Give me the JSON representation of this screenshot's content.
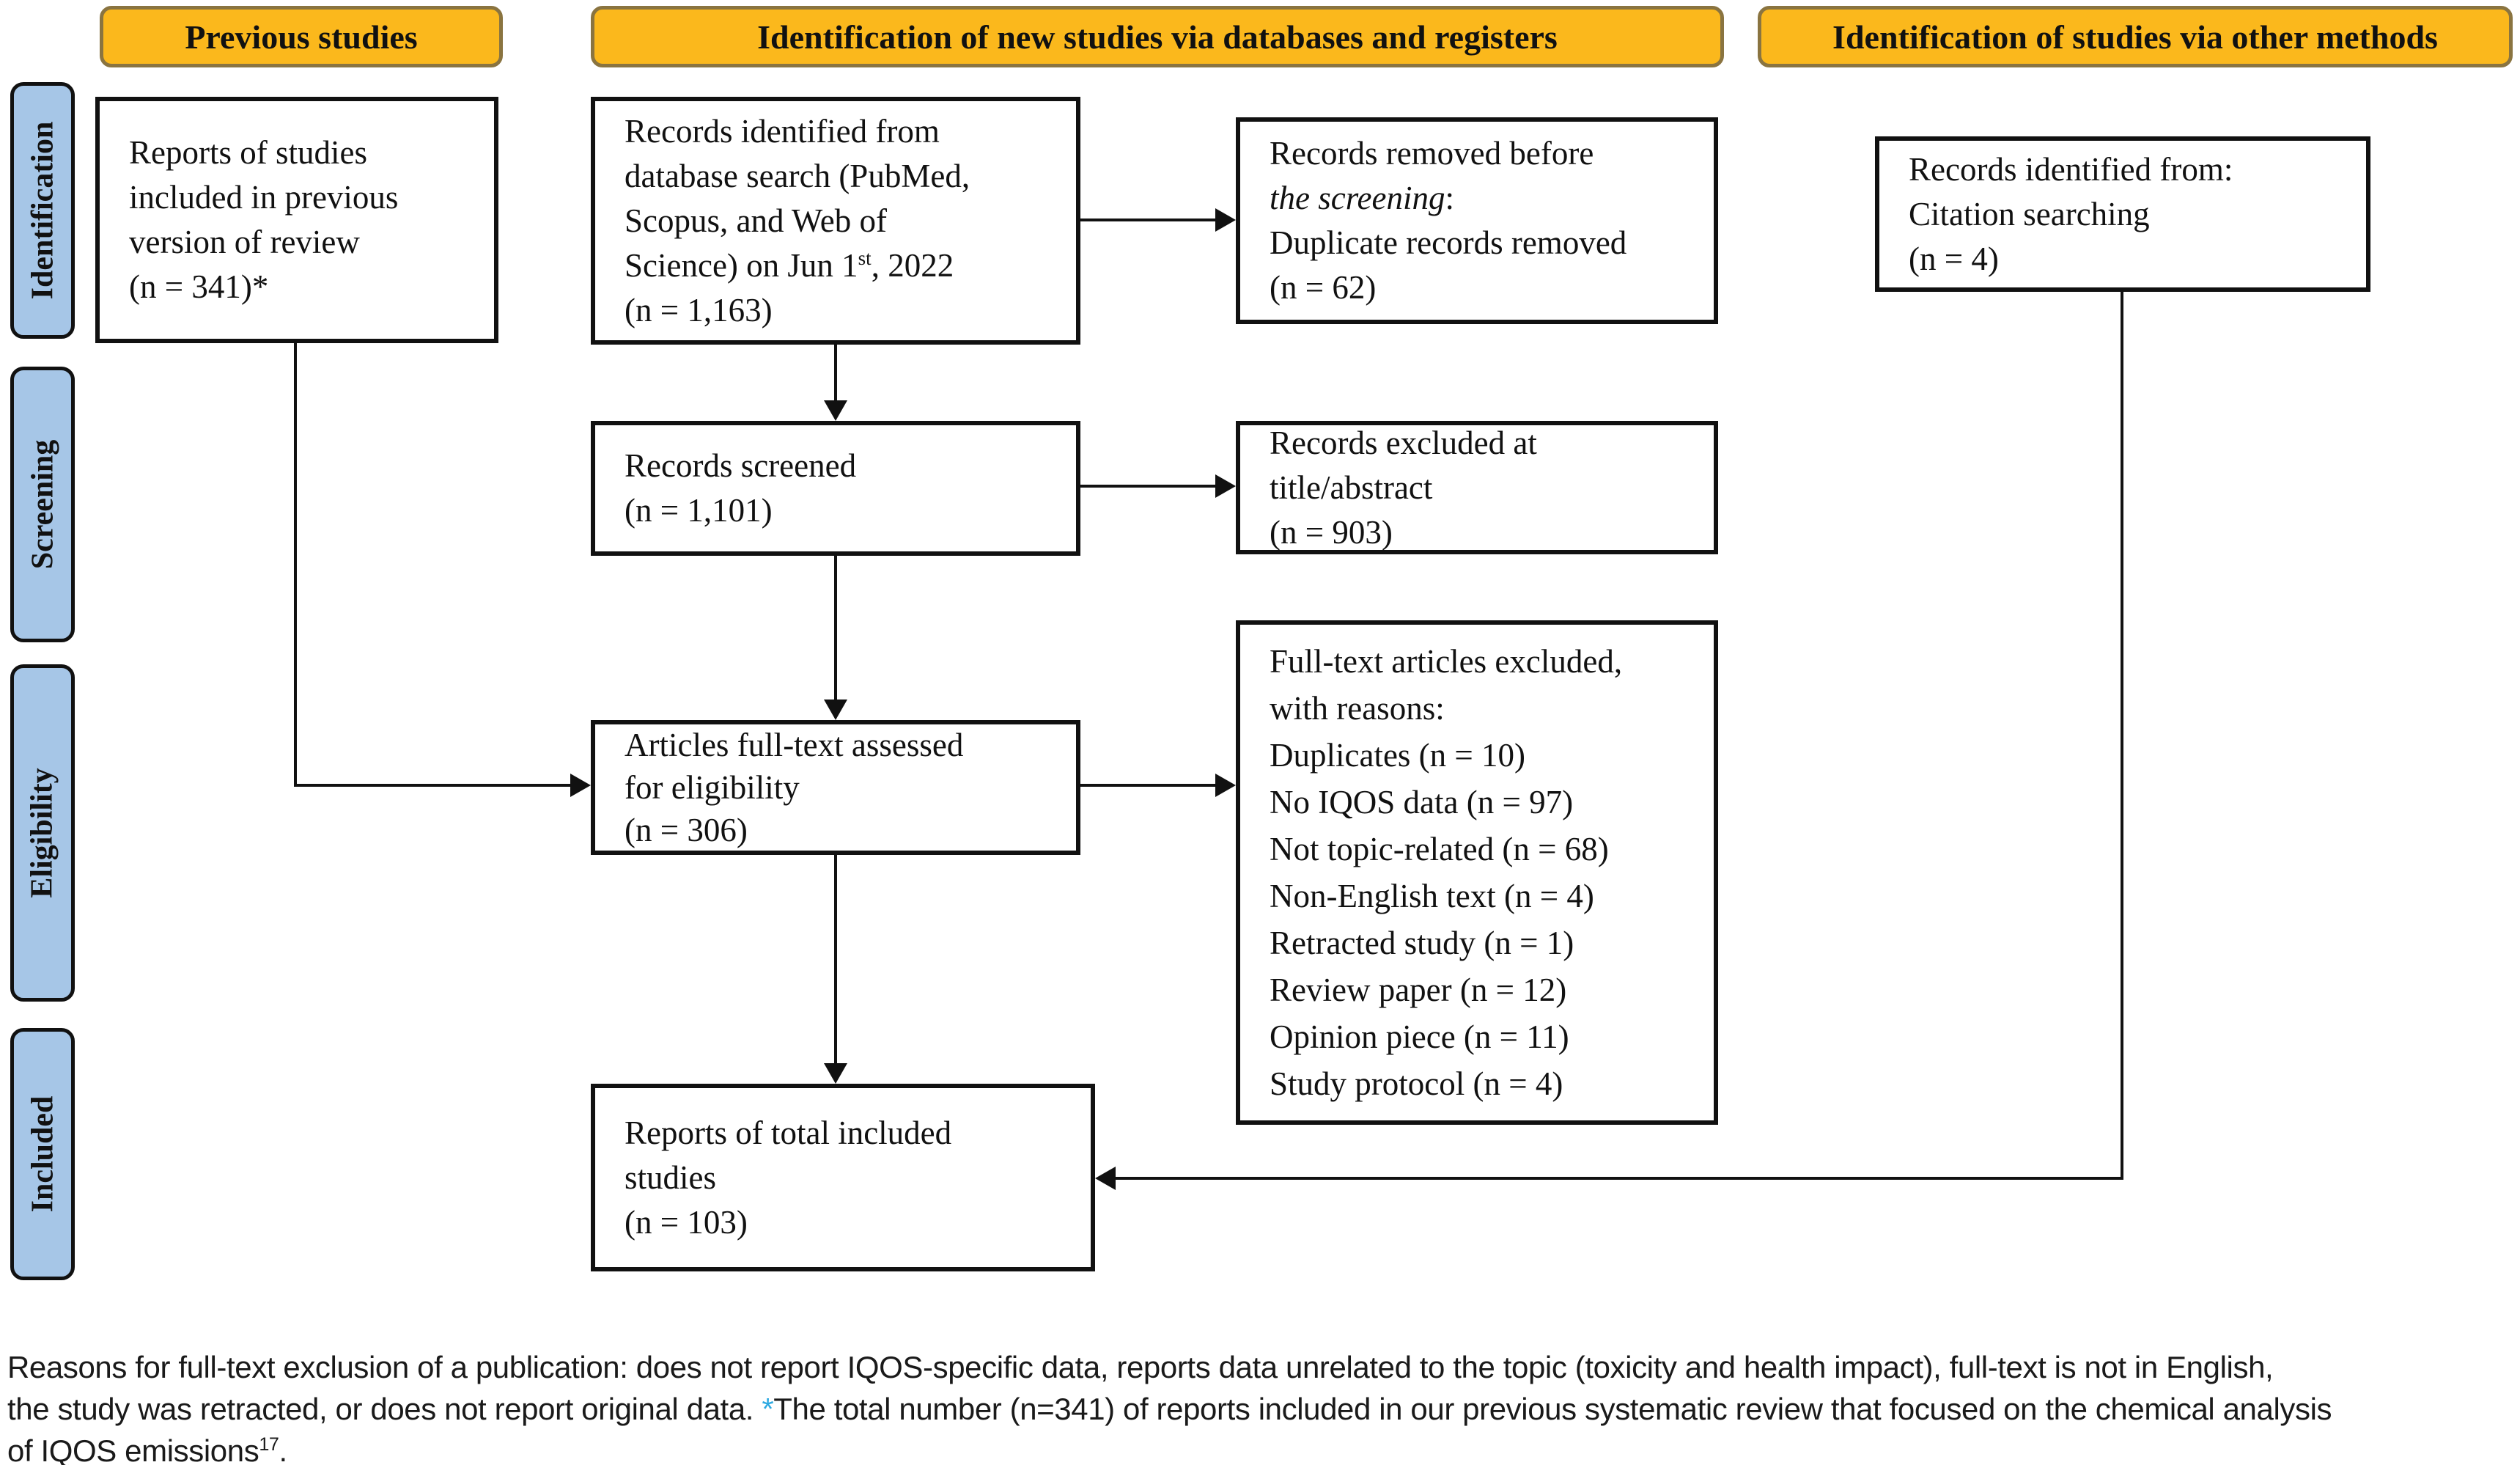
{
  "headers": {
    "previous": "Previous studies",
    "databases": "Identification of new studies via databases and registers",
    "other": "Identification of studies via other methods"
  },
  "sidebar": {
    "identification": "Identification",
    "screening": "Screening",
    "eligibility": "Eligibility",
    "included": "Included"
  },
  "boxes": {
    "previous_reports": {
      "line1": "Reports of studies",
      "line2": "included in previous",
      "line3": "version of review",
      "line4": "(n = 341)*"
    },
    "records_identified": {
      "line1": "Records identified from",
      "line2": "database search (PubMed,",
      "line3": "Scopus, and Web of",
      "line4_pre": "Science) on Jun 1",
      "line4_sup": "st",
      "line4_post": ", 2022",
      "line5": "(n = 1,163)"
    },
    "records_removed": {
      "line1": "Records removed before",
      "line2_italic": "the screening",
      "line2_colon": ":",
      "line3": "Duplicate records removed",
      "line4": "(n = 62)"
    },
    "citation_searching": {
      "line1": "Records identified from:",
      "line2": "Citation searching",
      "line3": "(n = 4)"
    },
    "records_screened": {
      "line1": "Records screened",
      "line2": "(n = 1,101)"
    },
    "records_excluded": {
      "line1": "Records excluded at",
      "line2": "title/abstract",
      "line3": "(n = 903)"
    },
    "fulltext_assessed": {
      "line1": "Articles full-text assessed",
      "line2": "for eligibility",
      "line3": "(n = 306)"
    },
    "fulltext_excluded": {
      "lines": [
        "Full-text articles excluded,",
        "with reasons:",
        "Duplicates (n = 10)",
        "No IQOS data (n = 97)",
        "Not topic-related (n = 68)",
        "Non-English text (n = 4)",
        "Retracted study (n = 1)",
        "Review paper (n = 12)",
        "Opinion piece (n = 11)",
        "Study protocol (n = 4)"
      ]
    },
    "total_included": {
      "line1": "Reports of total included",
      "line2": "studies",
      "line3": "(n = 103)"
    }
  },
  "caption": {
    "line1": "Reasons for full-text exclusion of a publication: does not report IQOS-specific data, reports data unrelated to the topic (toxicity and health impact), full-text is not in English,",
    "line2_pre": "the study was retracted, or does not report original data. ",
    "line2_asterisk": "*",
    "line2_post": "The total number (n=341) of reports included in our previous systematic review that focused on the chemical analysis",
    "line3_pre": "of IQOS emissions",
    "line3_sup": "17",
    "line3_period": "."
  },
  "colors": {
    "header_fill": "#fbb81c",
    "header_border": "#8a7440",
    "sidebar_fill": "#a6c6e7",
    "line_black": "#111111",
    "asterisk_blue": "#2da9e1"
  }
}
